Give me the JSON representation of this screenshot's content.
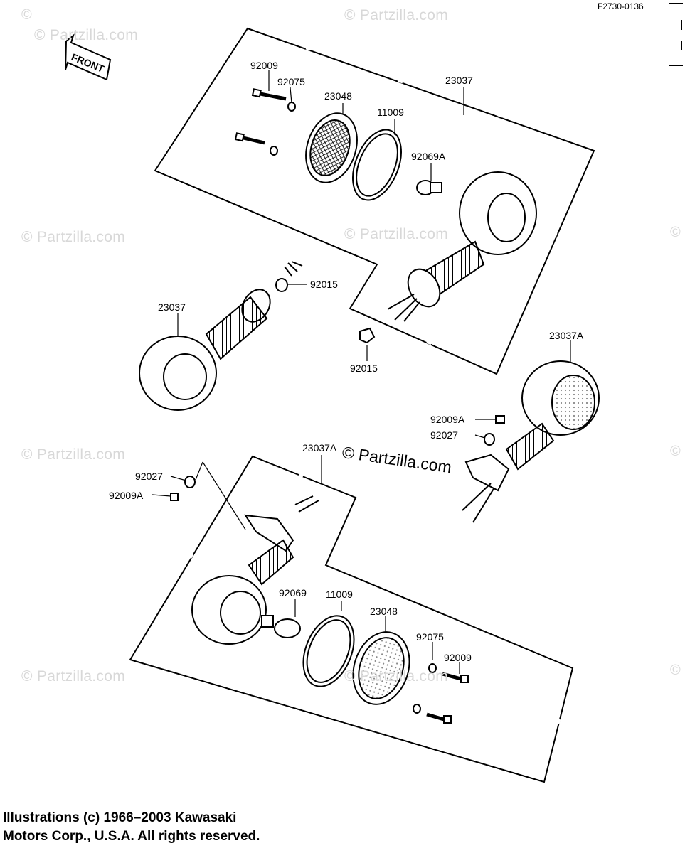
{
  "figure_code": "F2730-0136",
  "front_label": "FRONT",
  "watermark": {
    "repeat_text": "© Partzilla.com",
    "edge_symbol": "©",
    "center_text": "© Partzilla.com"
  },
  "part_labels": {
    "p1": "92009",
    "p2": "92075",
    "p3": "23048",
    "p4": "23037",
    "p5": "11009",
    "p6": "92069A",
    "p7": "92015",
    "p8": "23037",
    "p9": "92015",
    "p10": "23037A",
    "p11": "92009A",
    "p12": "92027",
    "p13": "23037A",
    "p14": "92027",
    "p15": "92009A",
    "p16": "92069",
    "p17": "11009",
    "p18": "23048",
    "p19": "92075",
    "p20": "92009"
  },
  "copyright": {
    "line1": "Illustrations (c) 1966–2003 Kawasaki",
    "line2": "Motors Corp., U.S.A.  All rights reserved."
  },
  "colors": {
    "ink": "#000000",
    "watermark": "#d8d8d8",
    "background": "#ffffff"
  }
}
